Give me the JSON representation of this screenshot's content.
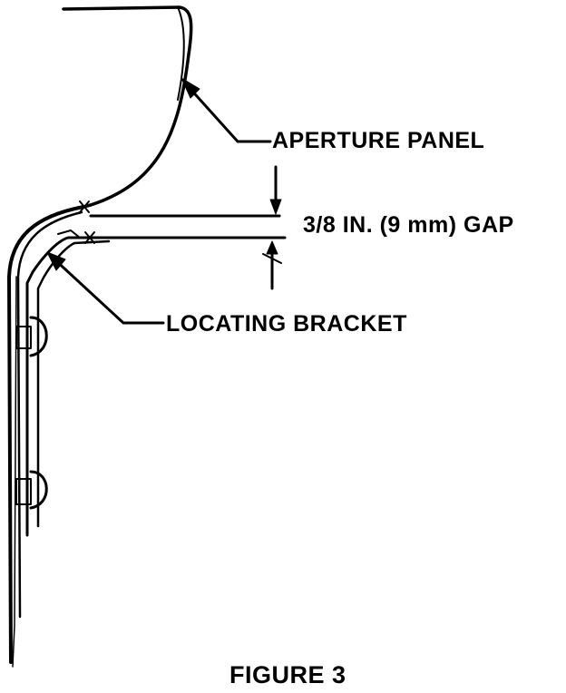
{
  "labels": {
    "aperture_panel": "APERTURE PANEL",
    "gap": "3/8 IN. (9 mm) GAP",
    "locating_bracket": "LOCATING BRACKET"
  },
  "caption": "FIGURE 3",
  "colors": {
    "ink": "#000000",
    "paper": "#ffffff"
  }
}
